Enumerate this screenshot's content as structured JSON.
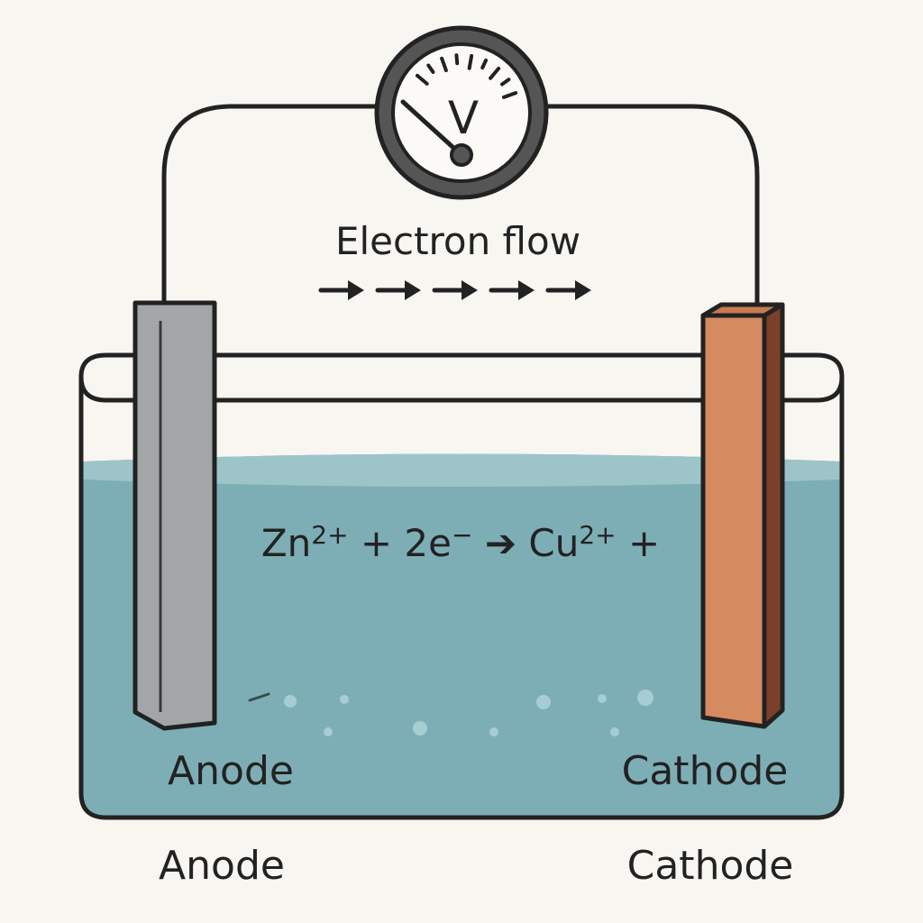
{
  "flow": {
    "label": "Electron flow",
    "arrow_count": 5,
    "direction": "right"
  },
  "voltmeter": {
    "symbol": "V"
  },
  "solution": {
    "equation": {
      "part1": "Zn",
      "sup1": "2+",
      "part2": " + 2e",
      "sup2": "−",
      "part3": "Cu",
      "sup3": "2+",
      "part4": " +"
    }
  },
  "electrodes": {
    "anode": {
      "label_inside": "Anode",
      "label_below": "Anode",
      "color": "#a3a6a7"
    },
    "cathode": {
      "label_inside": "Cathode",
      "label_below": "Cathode",
      "color": "#d68a60"
    }
  },
  "colors": {
    "background": "#f8f6f1",
    "outline": "#222222",
    "solution": "#7eaeb5",
    "solution_surface": "#9dc4c9",
    "zinc": "#a3a6a7",
    "copper": "#d68a60"
  },
  "icons": [
    "arrow-right-icon",
    "voltmeter-icon",
    "bubble-icon"
  ]
}
